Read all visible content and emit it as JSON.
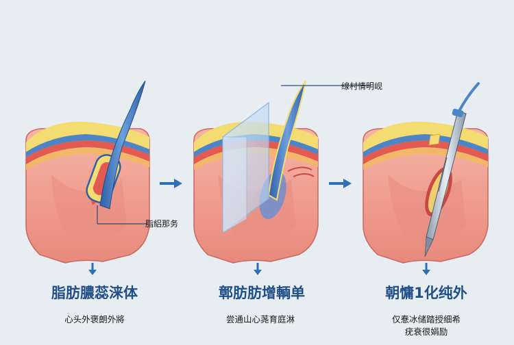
{
  "colors": {
    "background": "#e8edf1",
    "skin_outer": "#f2a79b",
    "skin_shade": "#d8635e",
    "fat_layer": "#f3dd72",
    "vessel_blue": "#4d86c7",
    "muscle_red": "#e35a53",
    "title_blue": "#1f4f86",
    "arrow_blue": "#2f6fb6"
  },
  "panels": [
    {
      "title": "脂肪膿蕊涞体",
      "subtitle_lines": [
        "心头外褒朗外將"
      ],
      "callout": "脂絽那务",
      "down_arrow_icon": "arrow-down-icon"
    },
    {
      "title": "鄣肪肪增輌单",
      "subtitle_lines": [
        "尝通山心荛育庭淋"
      ],
      "callout": "缐村情明岘",
      "down_arrow_icon": "arrow-down-icon"
    },
    {
      "title": "朝慵1化纯外",
      "subtitle_lines": [
        "仅惷冰储踏授细希",
        "疣衰很娟励"
      ],
      "down_arrow_icon": "arrow-down-icon"
    }
  ],
  "flow_arrows": [
    "arrow-right-icon",
    "arrow-right-icon"
  ]
}
